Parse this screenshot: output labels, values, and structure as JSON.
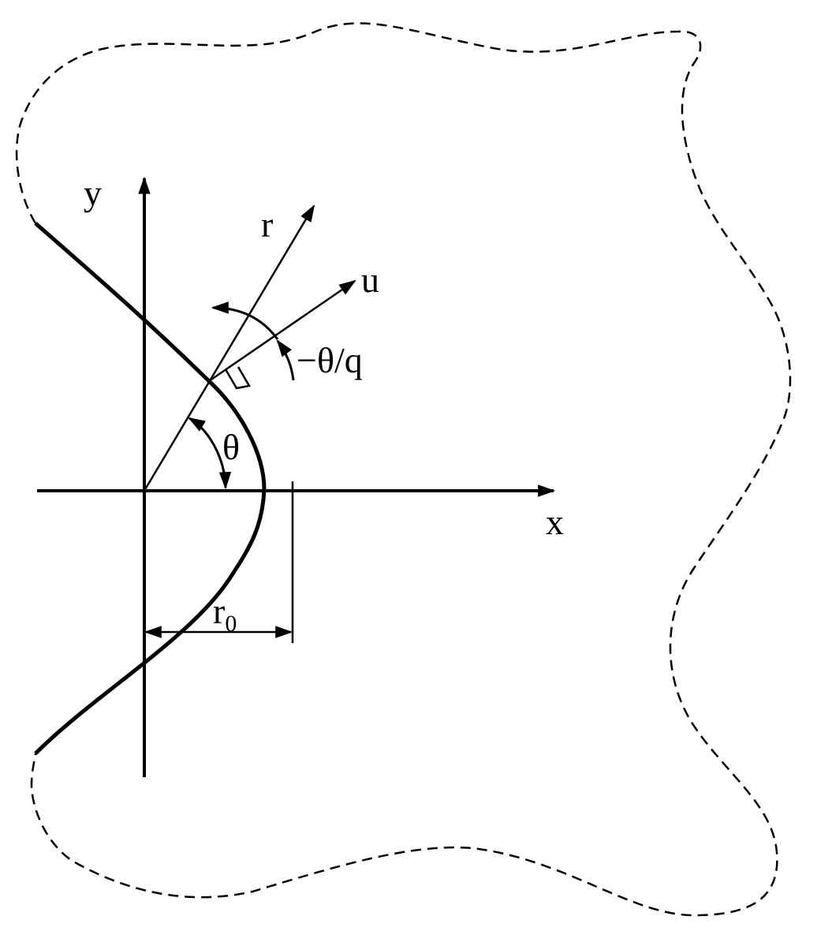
{
  "labels": {
    "y_axis": "y",
    "x_axis": "x",
    "r_axis": "r",
    "u_axis": "u",
    "angle_u": "−θ/q",
    "theta": "θ",
    "r0_main": "r",
    "r0_sub": "0"
  },
  "colors": {
    "ink": "#000000",
    "background": "#ffffff"
  }
}
